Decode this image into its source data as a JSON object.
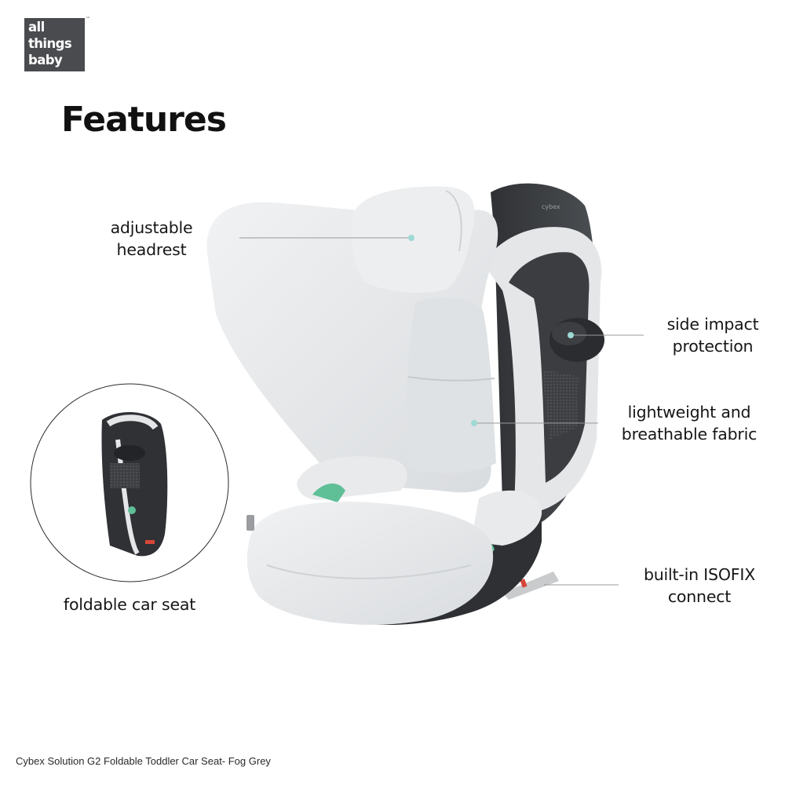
{
  "logo": {
    "lines": [
      "all",
      "things",
      "baby"
    ],
    "trademark": "™"
  },
  "heading": "Features",
  "product_brand": "cybex",
  "callouts": {
    "headrest": [
      "adjustable",
      "headrest"
    ],
    "side_impact": [
      "side impact",
      "protection"
    ],
    "fabric": [
      "lightweight and",
      "breathable fabric"
    ],
    "isofix": [
      "built-in ISOFIX",
      "connect"
    ],
    "foldable": "foldable car seat"
  },
  "caption": "Cybex Solution G2 Foldable Toddler Car Seat- Fog Grey",
  "colors": {
    "fabric": "#e6e8ea",
    "shell": "#3a3c3f",
    "accent_green": "#5fbf97",
    "logo_bg": "#4a4b4f",
    "callout_dot": "#9ed9d4"
  }
}
